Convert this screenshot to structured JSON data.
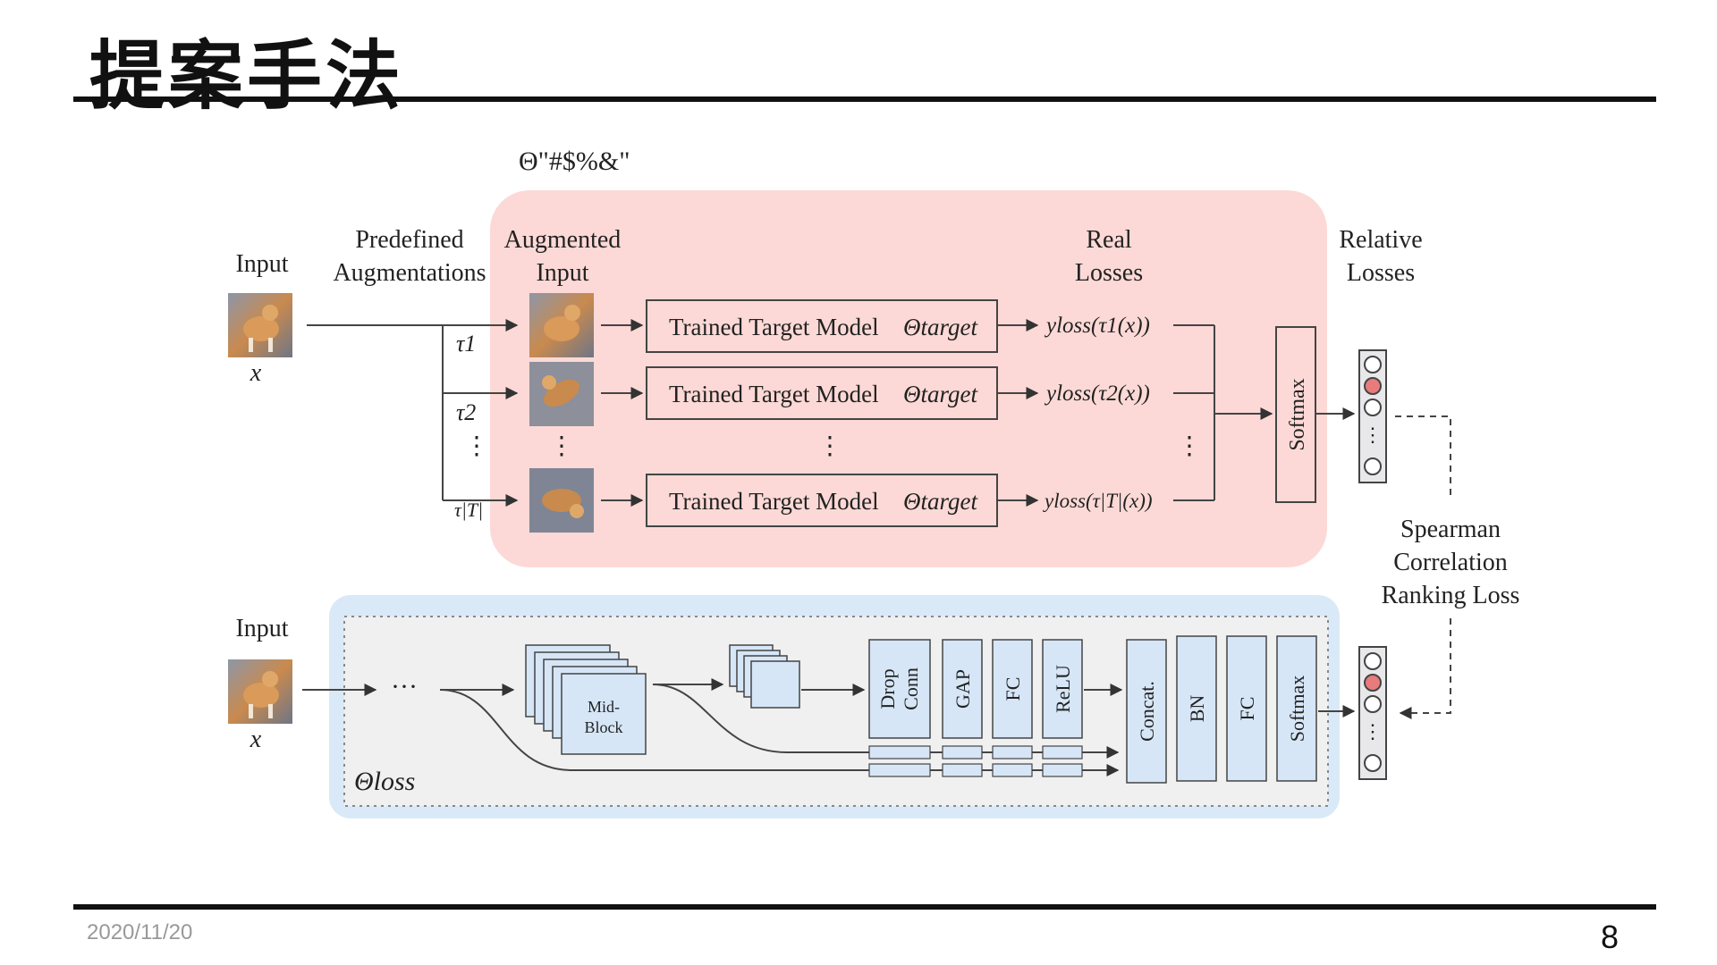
{
  "slide": {
    "title": "提案手法",
    "date": "2020/11/20",
    "page_number": "8"
  },
  "diagram": {
    "theta_top": "Θ\"#$%&\"",
    "top": {
      "input_label": "Input",
      "input_var": "x",
      "predefined_line1": "Predefined",
      "predefined_line2": "Augmentations",
      "augmented_line1": "Augmented",
      "augmented_line2": "Input",
      "real_line1": "Real",
      "real_line2": "Losses",
      "relative_line1": "Relative",
      "relative_line2": "Losses",
      "tau_1": "τ1",
      "tau_2": "τ2",
      "tau_last": "τ|T|",
      "model_label": "Trained Target Model",
      "theta_target": "Θtarget",
      "loss_1": "yloss(τ1(x))",
      "loss_2": "yloss(τ2(x))",
      "loss_last": "yloss(τ|T|(x))",
      "softmax": "Softmax",
      "vdots": "⋮"
    },
    "spearman_line1": "Spearman",
    "spearman_line2": "Correlation",
    "spearman_line3": "Ranking Loss",
    "bottom": {
      "input_label": "Input",
      "input_var": "x",
      "ellipsis": "···",
      "midblock_line1": "Mid-",
      "midblock_line2": "Block",
      "drop_line1": "Drop",
      "drop_line2": "Conn",
      "gap": "GAP",
      "fc": "FC",
      "relu": "ReLU",
      "concat": "Concat.",
      "bn": "BN",
      "fc2": "FC",
      "softmax": "Softmax",
      "theta_loss": "Θloss"
    },
    "colors": {
      "pink_bg": "#fcd9d6",
      "blue_bg": "#d9e9f7",
      "box_fill": "#d6e6f7",
      "highlight": "#e87b7b"
    }
  }
}
